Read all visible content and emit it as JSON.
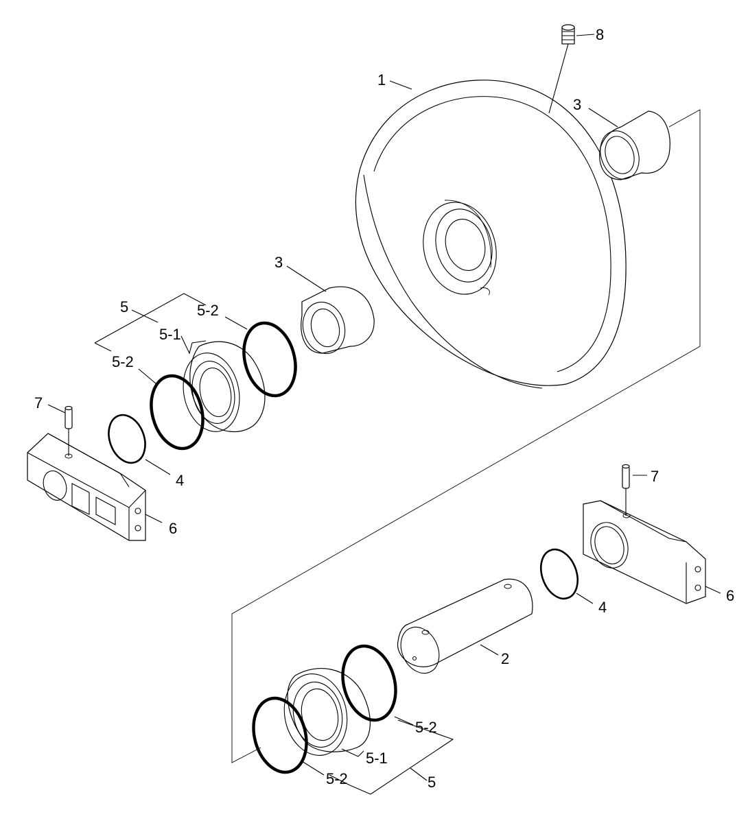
{
  "labels": {
    "l1": "1",
    "l2": "2",
    "l3a": "3",
    "l3b": "3",
    "l4a": "4",
    "l4b": "4",
    "l5a": "5",
    "l5b": "5",
    "l51a": "5-1",
    "l51b": "5-1",
    "l52a": "5-2",
    "l52b": "5-2",
    "l52c": "5-2",
    "l52d": "5-2",
    "l6a": "6",
    "l6b": "6",
    "l7a": "7",
    "l7b": "7",
    "l8": "8"
  }
}
